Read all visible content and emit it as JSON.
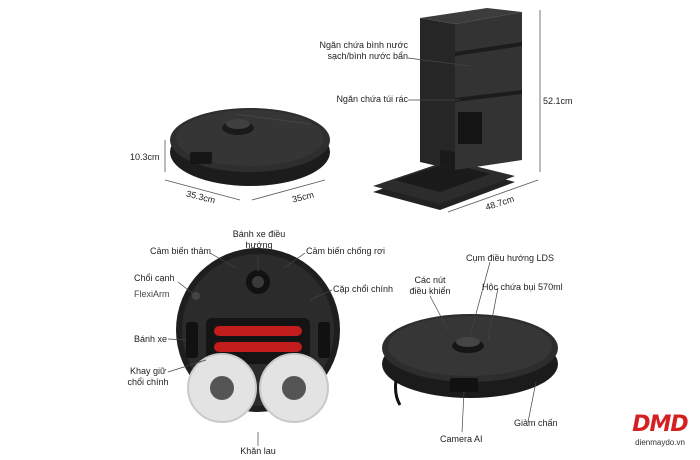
{
  "dimensions": {
    "robot_height": "10.3cm",
    "robot_width_a": "35.3cm",
    "robot_width_b": "35cm",
    "dock_height": "52.1cm",
    "dock_depth": "48.7cm"
  },
  "dock_labels": {
    "water_tanks": "Ngăn chứa bình nước\nsạch/bình nước bẩn",
    "dust_bag": "Ngăn chứa túi rác"
  },
  "bottom_labels": {
    "carpet_sensor": "Cảm biến thảm",
    "omni_wheel": "Bánh xe điều\nhướng",
    "cliff_sensor": "Cảm biến chống rơi",
    "side_brush": "Chổi cạnh",
    "flexiarm": "FlexiArm",
    "main_brush_plate": "Cặp chổi chính",
    "wheel": "Bánh xe",
    "brush_tray": "Khay giữ\nchổi chính",
    "mop_pads": "Khăn lau"
  },
  "top_labels": {
    "control_buttons": "Các nút\nđiều khiển",
    "lds": "Cụm điều hướng LDS",
    "dust_bin": "Hộc chứa bụi 570ml",
    "bumper": "Giảm chấn",
    "camera": "Camera AI"
  },
  "brand": {
    "logo": "DMD",
    "site": "dienmaydo.vn"
  },
  "colors": {
    "device": "#2a2a2a",
    "device_dark": "#161616",
    "accent_red": "#d42020",
    "label_line": "#444444"
  }
}
